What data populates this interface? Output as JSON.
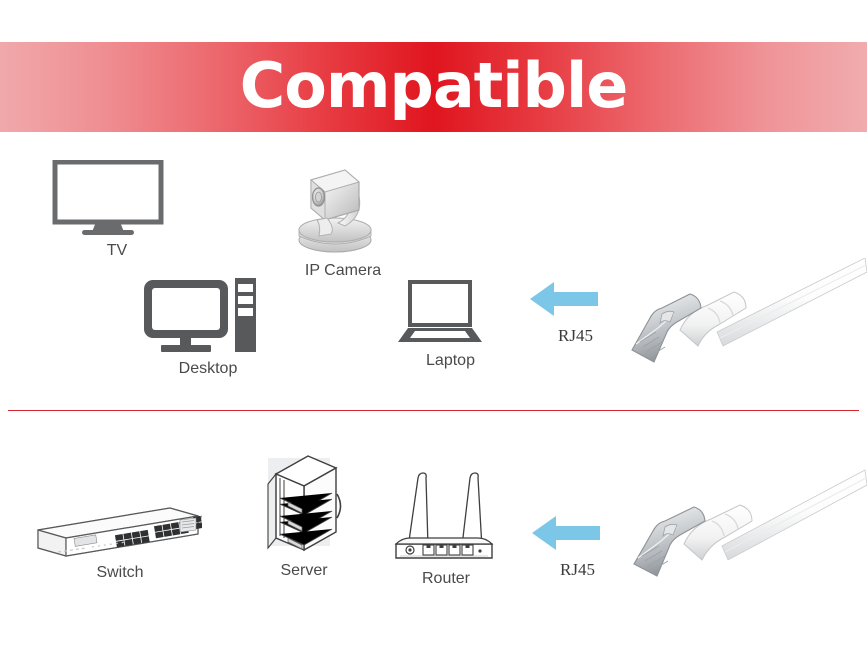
{
  "banner": {
    "title": "Compatible",
    "gradient_edge_color": "#f0a9ab",
    "gradient_center_color": "#e0151f",
    "title_color": "#ffffff"
  },
  "divider": {
    "color": "#d3272f"
  },
  "theme": {
    "icon_gray": "#58595b",
    "line_gray": "#3f3f3f",
    "caption_color": "#4a4a4a",
    "arrow_blue": "#7cc6e8",
    "background": "#ffffff"
  },
  "top_row": {
    "devices": [
      {
        "id": "tv",
        "label": "TV",
        "icon": "television-icon"
      },
      {
        "id": "ip-camera",
        "label": "IP Camera",
        "icon": "ip-camera-icon"
      },
      {
        "id": "desktop",
        "label": "Desktop",
        "icon": "desktop-computer-icon"
      },
      {
        "id": "laptop",
        "label": "Laptop",
        "icon": "laptop-icon"
      }
    ],
    "connector": {
      "label": "RJ45",
      "icon": "arrow-left-icon"
    },
    "cable": {
      "name": "flat-ethernet-cable",
      "color": "#ffffff",
      "connector": "rj45-plug"
    }
  },
  "bottom_row": {
    "devices": [
      {
        "id": "switch",
        "label": "Switch",
        "icon": "network-switch-icon"
      },
      {
        "id": "server",
        "label": "Server",
        "icon": "server-rack-icon"
      },
      {
        "id": "router",
        "label": "Router",
        "icon": "wifi-router-icon"
      }
    ],
    "connector": {
      "label": "RJ45",
      "icon": "arrow-left-icon"
    },
    "cable": {
      "name": "flat-ethernet-cable",
      "color": "#ffffff",
      "connector": "rj45-plug"
    }
  }
}
